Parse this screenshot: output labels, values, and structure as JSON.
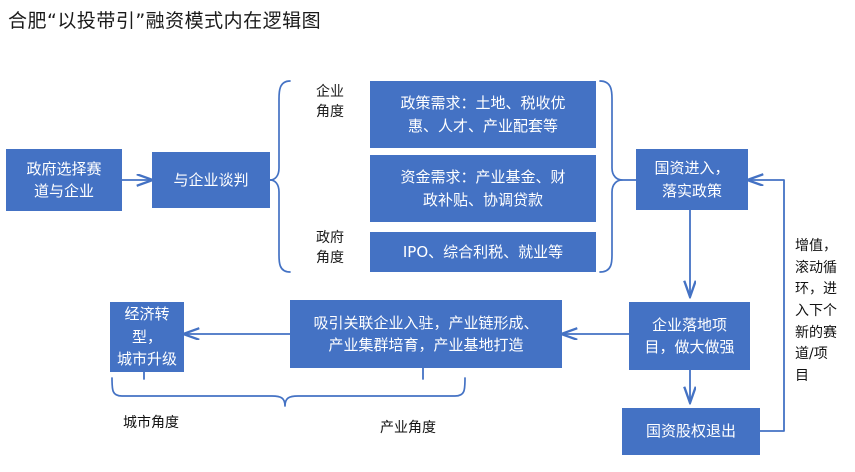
{
  "title": "合肥“以投带引”融资模式内在逻辑图",
  "colors": {
    "box_fill": "#4472C4",
    "box_text": "#FFFFFF",
    "connector": "#4472C4",
    "brace": "#4472C4",
    "page_text": "#1A1A1A",
    "background": "#FFFFFF"
  },
  "boxes": {
    "gov_select": "政府选择赛道与企业",
    "negotiate": "与企业谈判",
    "policy_demand": "政策需求：土地、税收优惠、人才、产业配套等",
    "capital_demand": "资金需求：产业基金、财政补贴、协调贷款",
    "ipo_tax": "IPO、综合利税、就业等",
    "state_capital_in": "国资进入，落实政策",
    "enterprise_land": "企业落地项目，做大做强",
    "state_exit": "国资股权退出",
    "attract_chain": "吸引关联企业入驻、产业链形成、产业集群培育，产业基地打造",
    "econ_upgrade": "经济转型，城市升级"
  },
  "box_lines": {
    "gov_select": [
      "政府选择赛",
      "道与企业"
    ],
    "negotiate": [
      "与企业谈判"
    ],
    "policy_demand": [
      "政策需求：土地、税收优",
      "惠、人才、产业配套等"
    ],
    "capital_demand": [
      "资金需求：产业基金、财",
      "政补贴、协调贷款"
    ],
    "ipo_tax": [
      "IPO、综合利税、就业等"
    ],
    "state_capital_in": [
      "国资进入，",
      "落实政策"
    ],
    "enterprise_land": [
      "企业落地项",
      "目，做大做强"
    ],
    "state_exit": [
      "国资股权退出"
    ],
    "attract_chain": [
      "吸引关联企业入驻，产业链形成、",
      "产业集群培育，产业基地打造"
    ],
    "econ_upgrade": [
      "经济转型，",
      "城市升级"
    ]
  },
  "labels": {
    "enterprise_angle": "企业\n角度",
    "government_angle": "政府\n角度",
    "city_angle": "城市角度",
    "industry_angle": "产业角度",
    "loop_note": "增值，滚动循环，进入下个新的赛道/项目",
    "loop_note_lines": [
      "增值，",
      "滚动循",
      "环，进",
      "入下个",
      "新的赛",
      "道/项",
      "目"
    ]
  }
}
